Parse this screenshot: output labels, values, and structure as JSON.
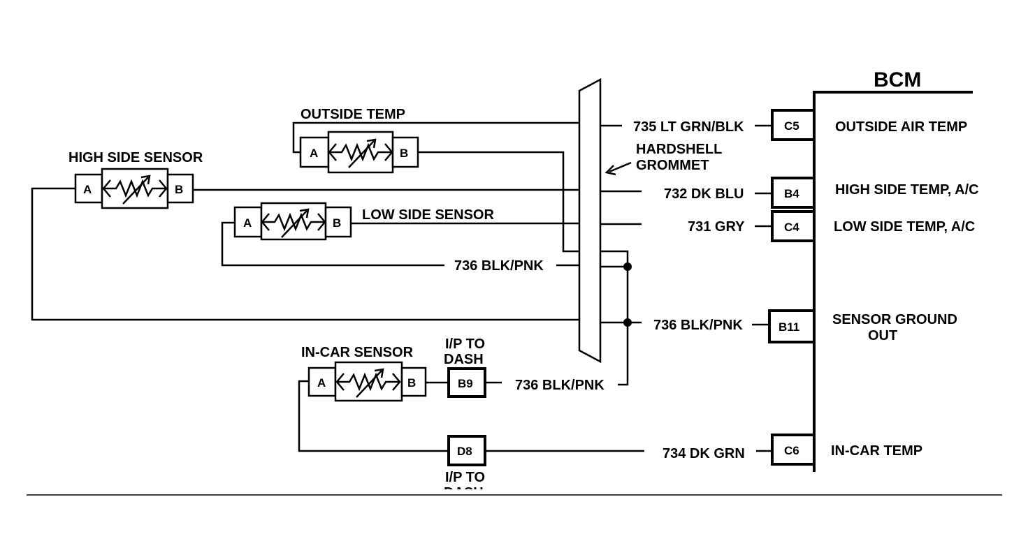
{
  "bcm": {
    "title": "BCM",
    "inputs": [
      {
        "pin": "C5",
        "label": "OUTSIDE AIR TEMP",
        "wire": "735 LT GRN/BLK"
      },
      {
        "pin": "B4",
        "label": "HIGH SIDE TEMP, A/C",
        "wire": "732 DK BLU"
      },
      {
        "pin": "C4",
        "label": "LOW SIDE TEMP, A/C",
        "wire": "731 GRY"
      },
      {
        "pin": "B11",
        "label_line1": "SENSOR GROUND",
        "label_line2": "OUT",
        "wire": "736 BLK/PNK"
      },
      {
        "pin": "C6",
        "label": "IN-CAR TEMP",
        "wire": "734 DK GRN"
      }
    ]
  },
  "grommet": {
    "label_line1": "HARDSHELL",
    "label_line2": "GROMMET"
  },
  "sensors": {
    "outside": {
      "name": "OUTSIDE TEMP",
      "pin_a": "A",
      "pin_b": "B"
    },
    "high_side": {
      "name": "HIGH SIDE SENSOR",
      "pin_a": "A",
      "pin_b": "B"
    },
    "low_side": {
      "name": "LOW SIDE SENSOR",
      "pin_a": "A",
      "pin_b": "B"
    },
    "in_car": {
      "name": "IN-CAR SENSOR",
      "pin_a": "A",
      "pin_b": "B"
    }
  },
  "ground_wires": {
    "left_label": "736 BLK/PNK",
    "incar_label": "736 BLK/PNK"
  },
  "connectors": {
    "b9": {
      "pin": "B9",
      "label_line1": "I/P TO",
      "label_line2": "DASH"
    },
    "d8": {
      "pin": "D8",
      "label_line1": "I/P TO",
      "label_line2": "DASH"
    }
  }
}
